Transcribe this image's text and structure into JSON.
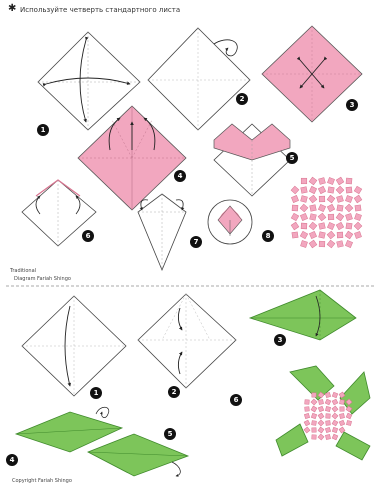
{
  "header": {
    "star_icon": "star-icon",
    "instruction": "Используйте четверть стандартного листа"
  },
  "credits": {
    "top_line1": "Traditional",
    "top_line2": "Diagram Fariah Shingo",
    "bottom_line": "Copyright Fariah Shingo"
  },
  "part1": {
    "steps": [
      "1",
      "2",
      "3",
      "4",
      "5",
      "6",
      "7",
      "8"
    ]
  },
  "part2": {
    "steps": [
      "1",
      "2",
      "3",
      "4",
      "5",
      "6"
    ]
  },
  "colors": {
    "pink": "#f2a7bf",
    "pink_dark": "#d8738f",
    "green": "#7dc55a",
    "green_dark": "#3f8a2c",
    "line": "#333333"
  }
}
